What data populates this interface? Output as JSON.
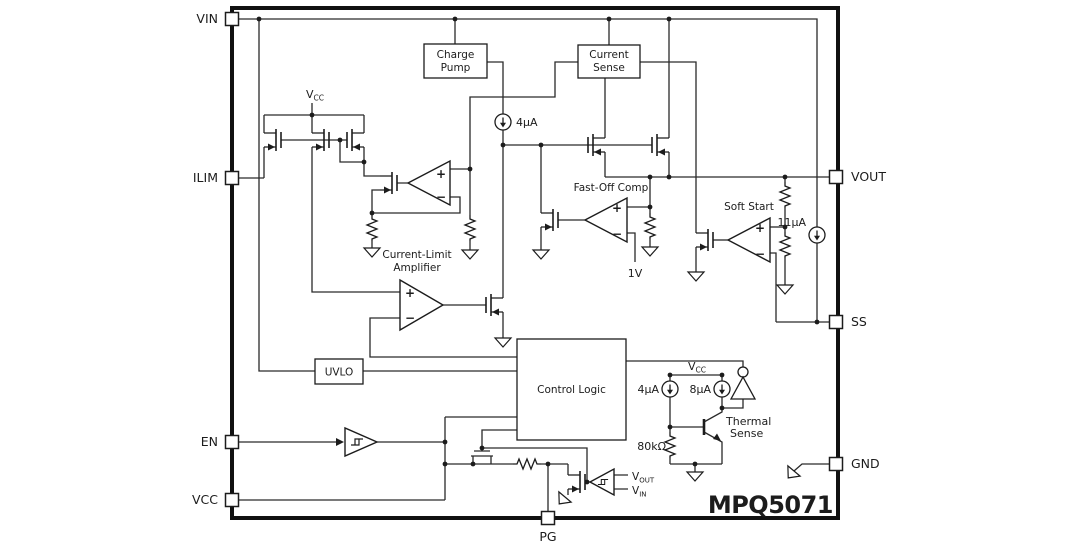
{
  "part_number": "MPQ5071",
  "pins": {
    "vin": "VIN",
    "ilim": "ILIM",
    "en": "EN",
    "vcc": "VCC",
    "vout": "VOUT",
    "ss": "SS",
    "gnd": "GND",
    "pg": "PG"
  },
  "blocks": {
    "charge_pump": [
      "Charge",
      "Pump"
    ],
    "current_sense": [
      "Current",
      "Sense"
    ],
    "uvlo": "UVLO",
    "control_logic": "Control Logic"
  },
  "amplifiers": {
    "current_limit": [
      "Current-Limit",
      "Amplifier"
    ],
    "fast_off": "Fast-Off Comp",
    "soft_start": "Soft Start"
  },
  "current_sources": {
    "gate_bias": "4µA",
    "soft_start_charge": "11µA",
    "thermal_base": "4µA",
    "thermal_trip": "8µA"
  },
  "references": {
    "fast_off_threshold": "1V",
    "thermal_resistor": "80kΩ"
  },
  "net_labels": {
    "vcc_base": "V",
    "vcc_sub": "CC",
    "vout_base": "V",
    "vout_sub": "OUT",
    "vin_base": "V",
    "vin_sub": "IN"
  },
  "thermal": {
    "line1": "Thermal",
    "line2": "Sense"
  },
  "symbols": {
    "plus": "+",
    "minus": "−"
  }
}
